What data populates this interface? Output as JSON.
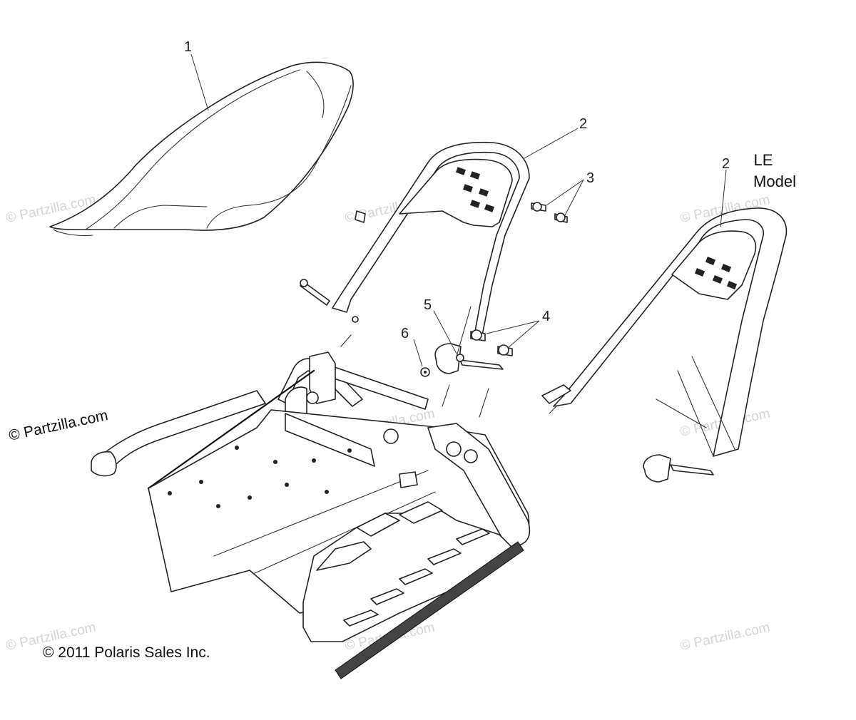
{
  "callouts": {
    "seat": "1",
    "rack": "2",
    "rack_le": "2",
    "bolts_3": "3",
    "bolts_4": "4",
    "part_5": "5",
    "part_6": "6"
  },
  "le_model": {
    "line1": "LE",
    "line2": "Model"
  },
  "copyright": "© 2011 Polaris Sales Inc.",
  "watermark": {
    "main": "© Partzilla.com",
    "faint": "© Partzilla.com"
  },
  "colors": {
    "line": "#222222",
    "watermark": "#d4d4d4"
  }
}
